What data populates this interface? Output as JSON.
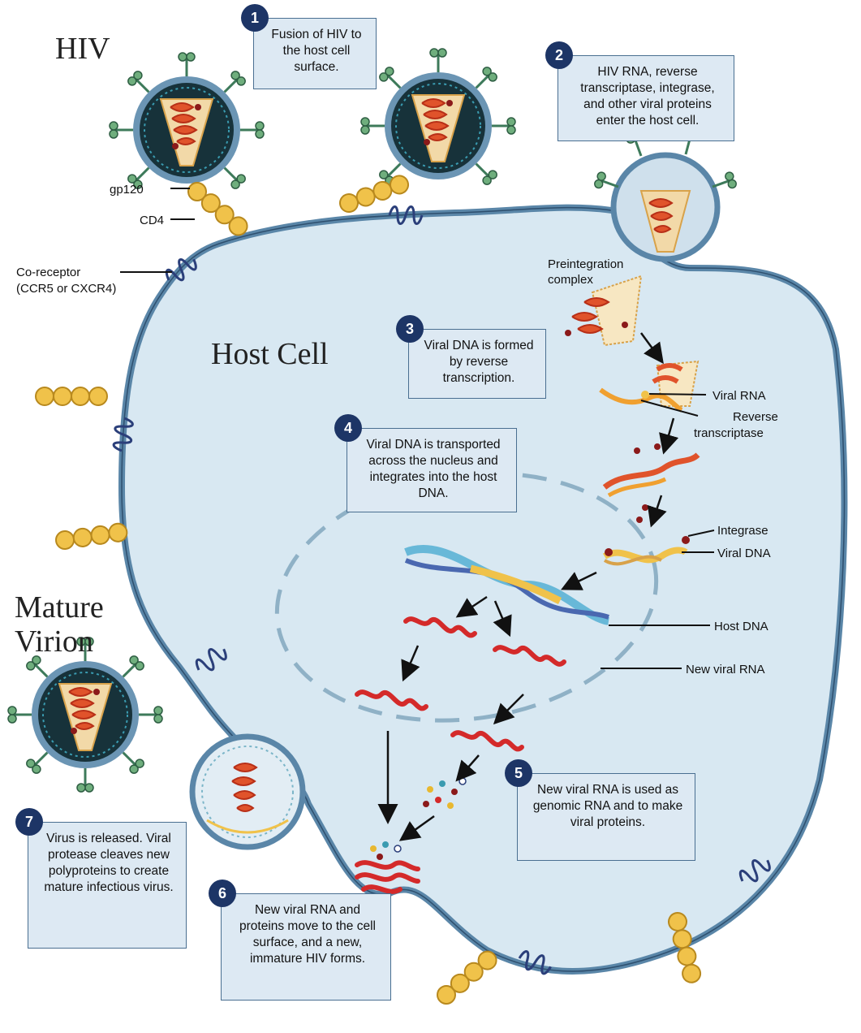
{
  "titles": {
    "hiv": "HIV",
    "host_cell": "Host Cell",
    "mature_line1": "Mature",
    "mature_line2": "Virion"
  },
  "labels": {
    "gp120": "gp120",
    "cd4": "CD4",
    "coreceptor_line1": "Co-receptor",
    "coreceptor_line2": "(CCR5 or CXCR4)",
    "preintegration_line1": "Preintegration",
    "preintegration_line2": "complex",
    "viral_rna": "Viral RNA",
    "reverse_line1": "Reverse",
    "reverse_line2": "transcriptase",
    "integrase": "Integrase",
    "viral_dna": "Viral DNA",
    "host_dna": "Host DNA",
    "new_viral_rna": "New viral RNA"
  },
  "steps": [
    {
      "num": "1",
      "text": "Fusion of HIV to the host cell surface."
    },
    {
      "num": "2",
      "text": "HIV RNA, reverse transcriptase, integrase, and other viral proteins enter the host cell."
    },
    {
      "num": "3",
      "text": "Viral DNA is formed by reverse transcription."
    },
    {
      "num": "4",
      "text": "Viral DNA is transported across the nucleus and integrates into the host DNA."
    },
    {
      "num": "5",
      "text": "New viral RNA is used as genomic RNA and to make viral proteins."
    },
    {
      "num": "6",
      "text": "New viral RNA and proteins move to the cell surface, and a new, immature HIV forms."
    },
    {
      "num": "7",
      "text": "Virus is released. Viral protease cleaves new polyproteins to create mature infectious virus."
    }
  ],
  "colors": {
    "cell_fill": "#d8e8f2",
    "membrane": "#5a86a8",
    "virion_core": "#17323a",
    "capsid": "#f2d9a8",
    "rna_red": "#d42a2a",
    "receptor_yellow": "#e8b830",
    "step_badge": "#1d3566",
    "step_box": "#dde9f3"
  }
}
